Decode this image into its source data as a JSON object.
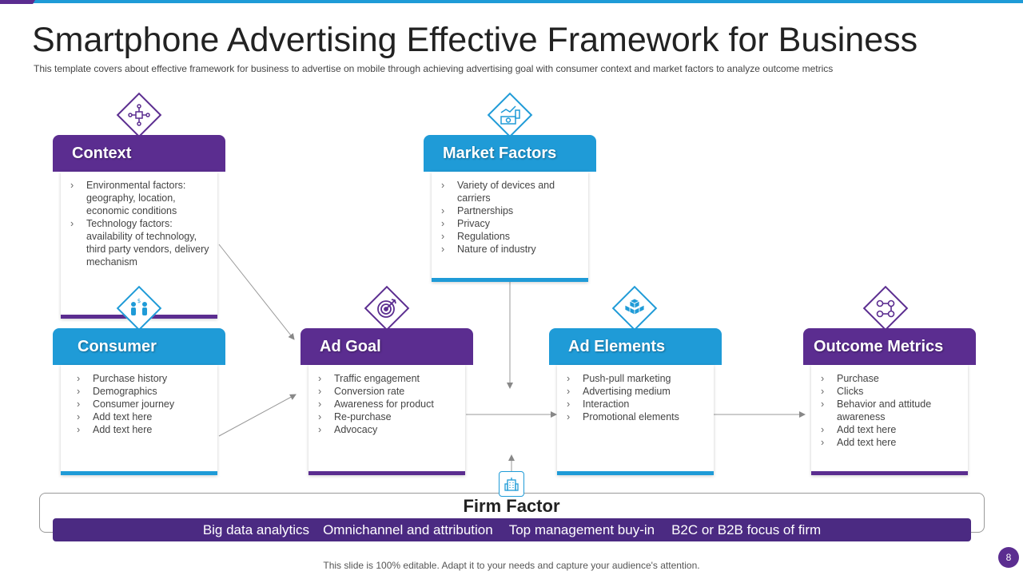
{
  "header": {
    "title": "Smartphone Advertising Effective Framework for Business",
    "subtitle": "This template covers about effective framework for business to advertise on mobile through achieving advertising goal with consumer context and market factors to analyze outcome metrics"
  },
  "cards": {
    "context": {
      "title": "Context",
      "items": [
        "Environmental factors: geography, location, economic conditions",
        "Technology factors: availability of technology, third party vendors, delivery mechanism"
      ]
    },
    "market_factors": {
      "title": "Market Factors",
      "items": [
        "Variety of devices and carriers",
        "Partnerships",
        "Privacy",
        "Regulations",
        "Nature of industry"
      ]
    },
    "consumer": {
      "title": "Consumer",
      "items": [
        "Purchase history",
        "Demographics",
        "Consumer journey",
        "Add text here",
        "Add text here"
      ]
    },
    "ad_goal": {
      "title": "Ad Goal",
      "items": [
        "Traffic engagement",
        "Conversion rate",
        "Awareness for product",
        "Re-purchase",
        "Advocacy"
      ]
    },
    "ad_elements": {
      "title": "Ad Elements",
      "items": [
        "Push-pull marketing",
        "Advertising medium",
        "Interaction",
        "Promotional elements"
      ]
    },
    "outcome_metrics": {
      "title": "Outcome Metrics",
      "items": [
        "Purchase",
        "Clicks",
        "Behavior and attitude awareness",
        "Add text here",
        "Add text here"
      ]
    }
  },
  "icons": {
    "context": "network-chip-icon",
    "market_factors": "money-chart-icon",
    "consumer": "people-money-icon",
    "ad_goal": "target-arrow-icon",
    "ad_elements": "cubes-icon",
    "outcome_metrics": "connected-nodes-icon",
    "firm": "building-icon"
  },
  "firm": {
    "title": "Firm Factor",
    "items": [
      "Big data analytics",
      "Omnichannel and attribution",
      "Top management buy-in",
      "B2C or B2B focus of firm"
    ]
  },
  "footer": {
    "text": "This slide is 100% editable. Adapt it to your needs and capture your audience's attention.",
    "page": "8"
  },
  "colors": {
    "purple": "#5b2d90",
    "blue": "#1f9bd7"
  }
}
